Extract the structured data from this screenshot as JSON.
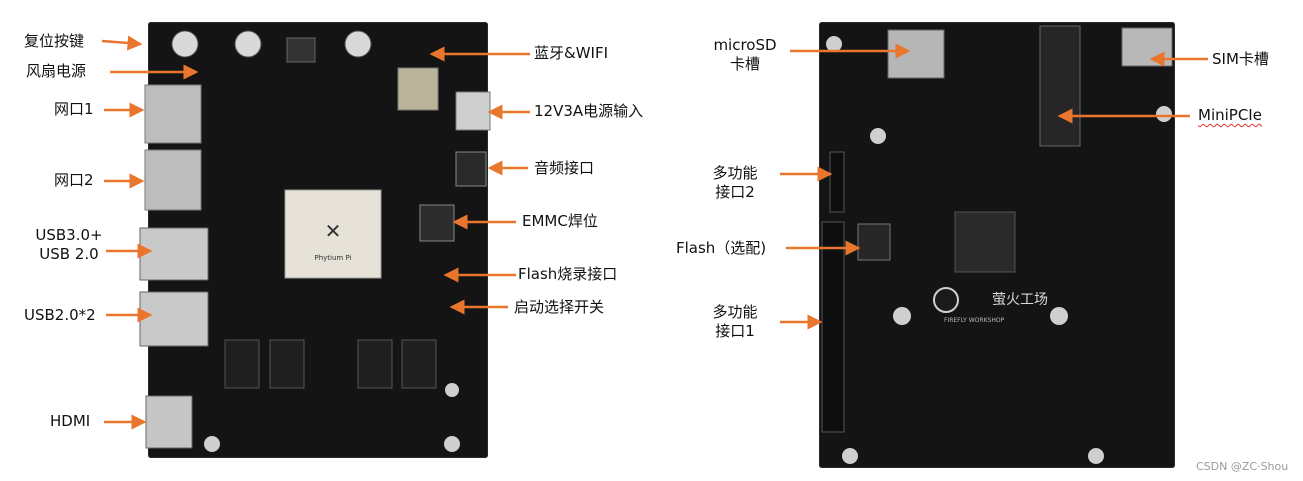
{
  "left_board": {
    "labels": {
      "reset": "复位按键",
      "fan": "风扇电源",
      "eth1": "网口1",
      "eth2": "网口2",
      "usb3": [
        "USB3.0+",
        "USB 2.0"
      ],
      "usb2": "USB2.0*2",
      "hdmi": "HDMI",
      "bt_wifi": "蓝牙&WIFI",
      "power": "12V3A电源输入",
      "audio": "音频接口",
      "emmc": "EMMC焊位",
      "flash_prog": "Flash烧录接口",
      "boot_switch": "启动选择开关"
    },
    "soc_brand": "Phytium Pi"
  },
  "right_board": {
    "labels": {
      "microsd": [
        "microSD",
        "卡槽"
      ],
      "multi2": [
        "多功能",
        "接口2"
      ],
      "flash_opt": "Flash（选配)",
      "multi1": [
        "多功能",
        "接口1"
      ],
      "sim": "SIM卡槽",
      "minipcie": "MiniPCIe"
    },
    "logo_text": "萤火工场",
    "logo_sub": "FIREFLY WORKSHOP"
  },
  "credit": "CSDN @ZC·Shou",
  "colors": {
    "arrow": "#e8762c",
    "board": "#141414",
    "port_metal": "#bfbfbf",
    "soc": "#e6e2d8"
  }
}
